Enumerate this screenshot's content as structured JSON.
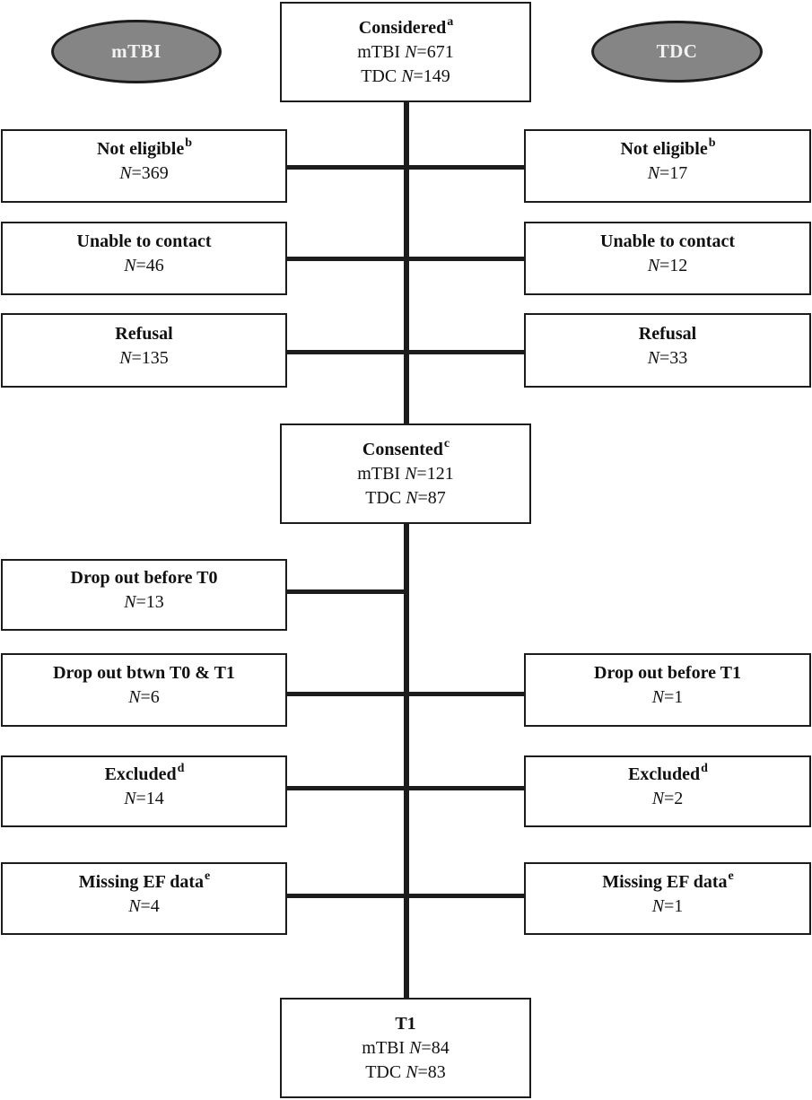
{
  "colors": {
    "ellipse_fill": "#858585",
    "ellipse_text": "#f2f2f2",
    "line": "#1c1c1c",
    "box_border": "#1c1c1c",
    "background": "#ffffff"
  },
  "ellipses": {
    "left": {
      "label": "mTBI"
    },
    "right": {
      "label": "TDC"
    }
  },
  "center_boxes": [
    {
      "title": "Considered",
      "sup": "a",
      "rows": [
        {
          "prefix": "mTBI ",
          "n": "N",
          "rest": "=671"
        },
        {
          "prefix": "TDC ",
          "n": "N",
          "rest": "=149"
        }
      ]
    },
    {
      "title": "Consented",
      "sup": "c",
      "rows": [
        {
          "prefix": "mTBI ",
          "n": "N",
          "rest": "=121"
        },
        {
          "prefix": "TDC ",
          "n": "N",
          "rest": "=87"
        }
      ]
    },
    {
      "title": "T1",
      "sup": "",
      "rows": [
        {
          "prefix": "mTBI ",
          "n": "N",
          "rest": "=84"
        },
        {
          "prefix": "TDC ",
          "n": "N",
          "rest": "=83"
        }
      ]
    }
  ],
  "left_boxes": [
    {
      "title": "Not eligible",
      "sup": "b",
      "n": "N",
      "rest": "=369"
    },
    {
      "title": "Unable to contact",
      "sup": "",
      "n": "N",
      "rest": "=46"
    },
    {
      "title": "Refusal",
      "sup": "",
      "n": "N",
      "rest": "=135"
    },
    {
      "title": "Drop out before T0",
      "sup": "",
      "n": "N",
      "rest": "=13"
    },
    {
      "title": "Drop out btwn T0 & T1",
      "sup": "",
      "n": "N",
      "rest": "=6"
    },
    {
      "title": "Excluded",
      "sup": "d",
      "n": "N",
      "rest": "=14"
    },
    {
      "title": "Missing EF data",
      "sup": "e",
      "n": "N",
      "rest": "=4"
    }
  ],
  "right_boxes": [
    {
      "title": "Not eligible",
      "sup": "b",
      "n": "N",
      "rest": "=17"
    },
    {
      "title": "Unable to contact",
      "sup": "",
      "n": "N",
      "rest": "=12"
    },
    {
      "title": "Refusal",
      "sup": "",
      "n": "N",
      "rest": "=33"
    },
    {
      "title": "Drop out before T1",
      "sup": "",
      "n": "N",
      "rest": "=1"
    },
    {
      "title": "Excluded",
      "sup": "d",
      "n": "N",
      "rest": "=2"
    },
    {
      "title": "Missing EF data",
      "sup": "e",
      "n": "N",
      "rest": "=1"
    }
  ]
}
